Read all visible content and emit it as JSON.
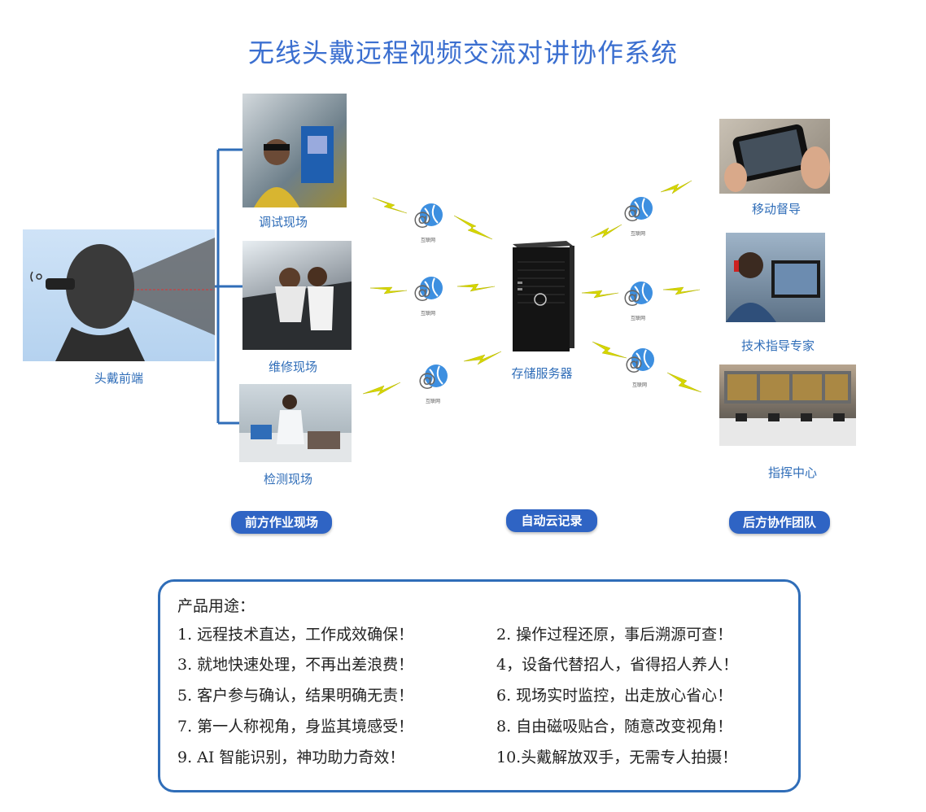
{
  "title": "无线头戴远程视频交流对讲协作系统",
  "headset": {
    "label": "头戴前端"
  },
  "front_sites": [
    {
      "label": "调试现场"
    },
    {
      "label": "维修现场"
    },
    {
      "label": "检测现场"
    }
  ],
  "server": {
    "label": "存储服务器"
  },
  "network_icons": [
    {
      "label": "互联网"
    },
    {
      "label": "互联网"
    },
    {
      "label": "互联网"
    },
    {
      "label": "互联网"
    },
    {
      "label": "互联网"
    },
    {
      "label": "互联网"
    }
  ],
  "back_team": [
    {
      "label": "移动督导"
    },
    {
      "label": "技术指导专家"
    },
    {
      "label": "指挥中心"
    }
  ],
  "group_labels": {
    "front": "前方作业现场",
    "cloud": "自动云记录",
    "back": "后方协作团队"
  },
  "usage": {
    "title": "产品用途：",
    "items": [
      "1.  远程技术直达，工作成效确保！",
      "2.  操作过程还原，事后溯源可查！",
      "3.  就地快速处理，不再出差浪费！",
      "4，设备代替招人，省得招人养人！",
      "5.  客户参与确认，结果明确无责！",
      "6.  现场实时监控，出走放心省心！",
      "7.  第一人称视角，身监其境感受！",
      "8.  自由磁吸贴合，随意改变视角！",
      "9.  AI   智能识别，神功助力奇效！",
      "10.头戴解放双手，无需专人拍摄！"
    ]
  },
  "colors": {
    "accent": "#2f64c4",
    "text_blue": "#2f6db8",
    "bolt": "#d8d800"
  }
}
